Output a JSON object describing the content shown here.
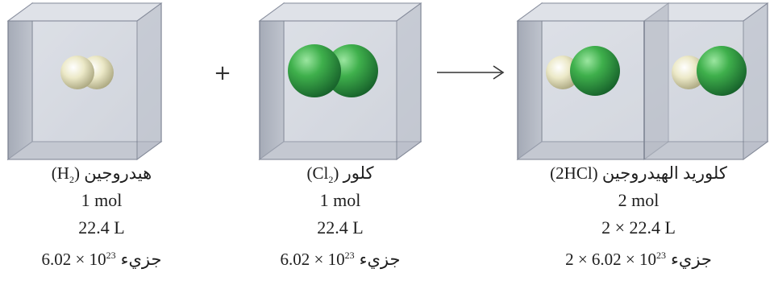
{
  "reaction": {
    "operator_plus": "+",
    "arrow": "→"
  },
  "species": [
    {
      "name_ar": "هيدروجين",
      "formula_open": "(H",
      "formula_sub": "2",
      "formula_close": ")",
      "moles": "1 mol",
      "volume": "22.4 L",
      "count_base": "6.02 × 10",
      "count_exp": "23",
      "count_unit": "جزيء",
      "atoms": [
        "hydrogen",
        "hydrogen"
      ]
    },
    {
      "name_ar": "كلور",
      "formula_open": "(Cl",
      "formula_sub": "2",
      "formula_close": ")",
      "moles": "1 mol",
      "volume": "22.4 L",
      "count_base": "6.02 × 10",
      "count_exp": "23",
      "count_unit": "جزيء",
      "atoms": [
        "chlorine",
        "chlorine"
      ]
    },
    {
      "name_ar": "كلوريد الهيدروجين",
      "formula_open": "(2HCl",
      "formula_sub": "",
      "formula_close": ")",
      "moles": "2 mol",
      "volume": "2 × 22.4 L",
      "count_base": "2 × 6.02 × 10",
      "count_exp": "23",
      "count_unit": "جزيء",
      "atoms": [
        "hydrogen",
        "chlorine"
      ]
    }
  ],
  "colors": {
    "hydrogen": "#ece9c8",
    "chlorine": "#3fb04c",
    "box_fill": "#c9cdd6",
    "box_edge": "#7f8594"
  }
}
